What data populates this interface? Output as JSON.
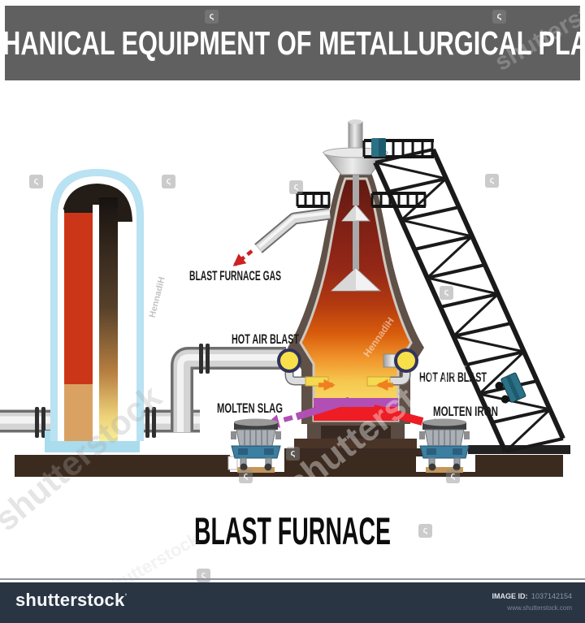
{
  "header": {
    "title": "MECHANICAL EQUIPMENT OF METALLURGICAL PLANTS",
    "bg": "#606060"
  },
  "diagram": {
    "caption": "BLAST FURNACE",
    "labels": {
      "gas": "BLAST FURNACE GAS",
      "hot_air_left": "HOT AIR BLAST",
      "hot_air_right": "HOT AIR BLAST",
      "slag": "MOLTEN SLAG",
      "iron": "MOLTEN IRON"
    },
    "colors": {
      "header_bg": "#606060",
      "footer_bg": "#2a3543",
      "furnace_wall": "#5f5148",
      "glow_top": "#6e1e15",
      "glow_bottom": "#f9e87f",
      "stove_shell": "#b9e2f2",
      "stove_fire": "#cc3618",
      "slag_purple": "#b14fb4",
      "iron_red": "#ee1c25",
      "hot_blast_orange": "#ef7f1f",
      "ladle_car_blue": "#3d7fa0",
      "ground_brown": "#3b2a1e",
      "truss_black": "#1a1a1a"
    }
  },
  "watermark": {
    "text": "shutterstock",
    "artist": "HennadiH",
    "icon_glyph": "ς"
  },
  "footer": {
    "logo": "shutterstock",
    "logo_mark": "ʼ",
    "image_id_label": "IMAGE ID:",
    "image_id": "1037142154",
    "url": "www.shutterstock.com"
  }
}
